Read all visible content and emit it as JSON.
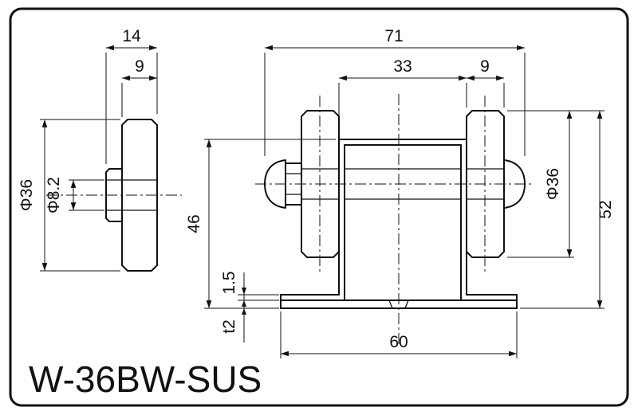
{
  "part_number": "W-36BW-SUS",
  "side_view": {
    "overall_width": "14",
    "tread_width": "9",
    "wheel_diameter": "Φ36",
    "bore_diameter": "Φ8.2"
  },
  "front_view": {
    "overall_width": "71",
    "bracket_inner_width": "33",
    "wheel_width": "9",
    "bracket_height": "46",
    "overall_height": "52",
    "wheel_diameter": "Φ36",
    "flange_thickness": "1.5",
    "base_thickness": "t2",
    "base_width": "60"
  },
  "colors": {
    "line": "#111111",
    "background": "#ffffff"
  }
}
